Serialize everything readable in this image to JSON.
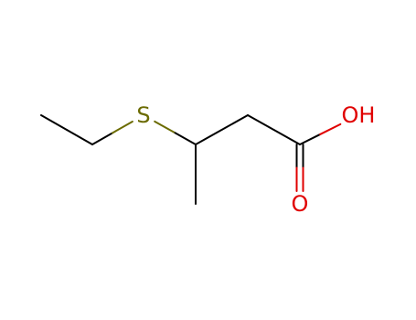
{
  "molecule": {
    "atoms": [
      {
        "id": "c1",
        "element": "C",
        "label": ""
      },
      {
        "id": "c2",
        "element": "C",
        "label": ""
      },
      {
        "id": "s",
        "element": "S",
        "label": "S"
      },
      {
        "id": "c3",
        "element": "C",
        "label": ""
      },
      {
        "id": "me",
        "element": "C",
        "label": ""
      },
      {
        "id": "c4",
        "element": "C",
        "label": ""
      },
      {
        "id": "c5",
        "element": "C",
        "label": ""
      },
      {
        "id": "oh",
        "element": "O",
        "label": "OH"
      },
      {
        "id": "o",
        "element": "O",
        "label": "O"
      }
    ],
    "bonds": [
      {
        "id": "b1",
        "from": "c1",
        "to": "c2",
        "order": 1
      },
      {
        "id": "b2",
        "from": "c2",
        "to": "s",
        "order": 1
      },
      {
        "id": "b3",
        "from": "s",
        "to": "c3",
        "order": 1
      },
      {
        "id": "b4",
        "from": "c3",
        "to": "me",
        "order": 1
      },
      {
        "id": "b5",
        "from": "c3",
        "to": "c4",
        "order": 1
      },
      {
        "id": "b6",
        "from": "c4",
        "to": "c5",
        "order": 1
      },
      {
        "id": "b7",
        "from": "c5",
        "to": "oh",
        "order": 1
      },
      {
        "id": "b8",
        "from": "c5",
        "to": "o",
        "order": 2
      }
    ]
  },
  "colors": {
    "carbon": "#000000",
    "sulfur": "#6b6b00",
    "oxygen": "#e00000"
  }
}
